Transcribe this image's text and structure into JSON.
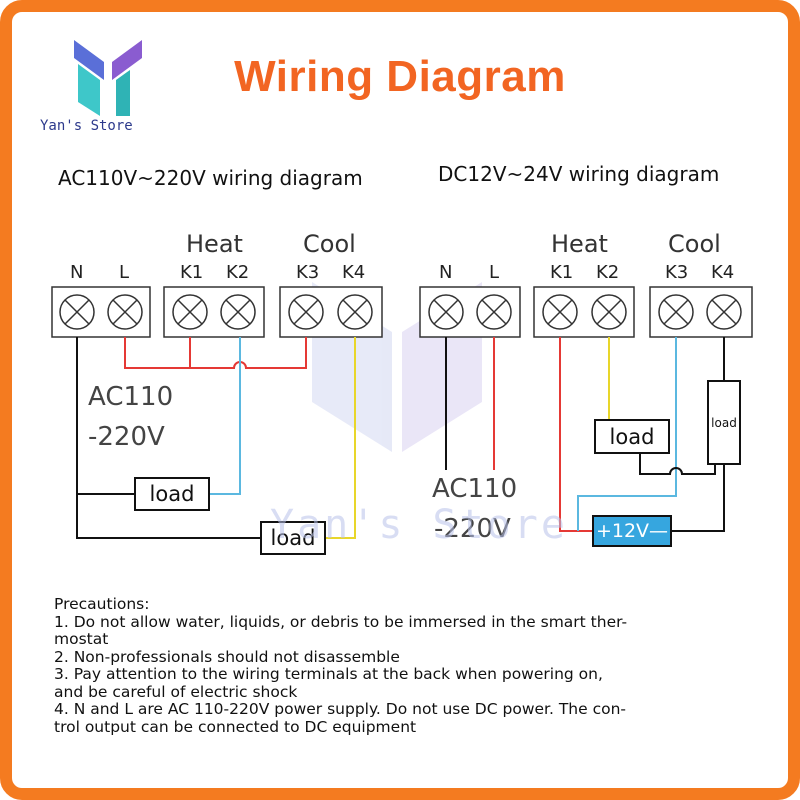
{
  "title": "Wiring Diagram",
  "brand": "Yan's Store",
  "watermark": "Yan's Store",
  "ac_diagram": {
    "heading": "AC110V~220V wiring diagram",
    "groups": {
      "heat": "Heat",
      "cool": "Cool"
    },
    "terminals": [
      "N",
      "L",
      "K1",
      "K2",
      "K3",
      "K4"
    ],
    "supply": [
      "AC110",
      "-220V"
    ],
    "loads": [
      "load",
      "load"
    ]
  },
  "dc_diagram": {
    "heading": "DC12V~24V wiring diagram",
    "groups": {
      "heat": "Heat",
      "cool": "Cool"
    },
    "terminals": [
      "N",
      "L",
      "K1",
      "K2",
      "K3",
      "K4"
    ],
    "supply": [
      "AC110",
      "-220V"
    ],
    "loads": [
      "load",
      "load"
    ],
    "battery": "+12V—"
  },
  "precautions": [
    "Precautions:",
    "1. Do not allow water, liquids, or debris to be immersed in the smart ther-",
    "mostat",
    "2. Non-professionals should not disassemble",
    "3. Pay attention to the wiring terminals at the back when powering on,",
    "and be careful of electric shock",
    "4. N and L are AC 110-220V power supply. Do not use DC power. The con-",
    "trol output can be connected to DC equipment"
  ],
  "colors": {
    "frame": "#f47b20",
    "title": "#f26522",
    "wire_red": "#e53935",
    "wire_blue": "#5bb8e0",
    "wire_yellow": "#e8d62a",
    "wire_black": "#111111",
    "battery": "#36a6df"
  }
}
